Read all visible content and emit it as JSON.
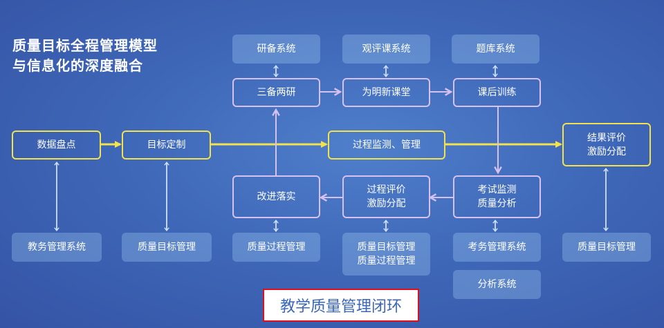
{
  "title": {
    "line1": "质量目标全程管理模型",
    "line2": "与信息化的深度融合"
  },
  "systems": {
    "research_system": "研备系统",
    "observe_system": "观评课系统",
    "question_bank": "题库系统",
    "academic_system": "教务管理系统",
    "quality_target_mgmt_left": "质量目标管理",
    "quality_process_mgmt": "质量过程管理",
    "quality_target_mgmt_center": "质量目标管理",
    "quality_process_mgmt_center": "质量过程管理",
    "exam_system": "考务管理系统",
    "analysis_system": "分析系统",
    "quality_target_mgmt_right": "质量目标管理"
  },
  "process": {
    "three_prep": "三备两研",
    "new_class": "为明新课堂",
    "after_class": "课后训练",
    "improve": "改进落实",
    "process_eval_1": "过程评价",
    "process_eval_2": "激励分配",
    "exam_monitor_1": "考试监测",
    "exam_monitor_2": "质量分析"
  },
  "main_flow": {
    "data_inventory": "数据盘点",
    "target_setting": "目标定制",
    "process_monitor": "过程监测、管理",
    "result_eval_1": "结果评价",
    "result_eval_2": "激励分配"
  },
  "footer": {
    "label": "教学质量管理闭环"
  },
  "colors": {
    "main_flow": "#f3e24c",
    "loop": "#d7c1ef",
    "system_box": "#a0cdf5",
    "footer_border": "#e0101a",
    "footer_text": "#3b66b7"
  }
}
